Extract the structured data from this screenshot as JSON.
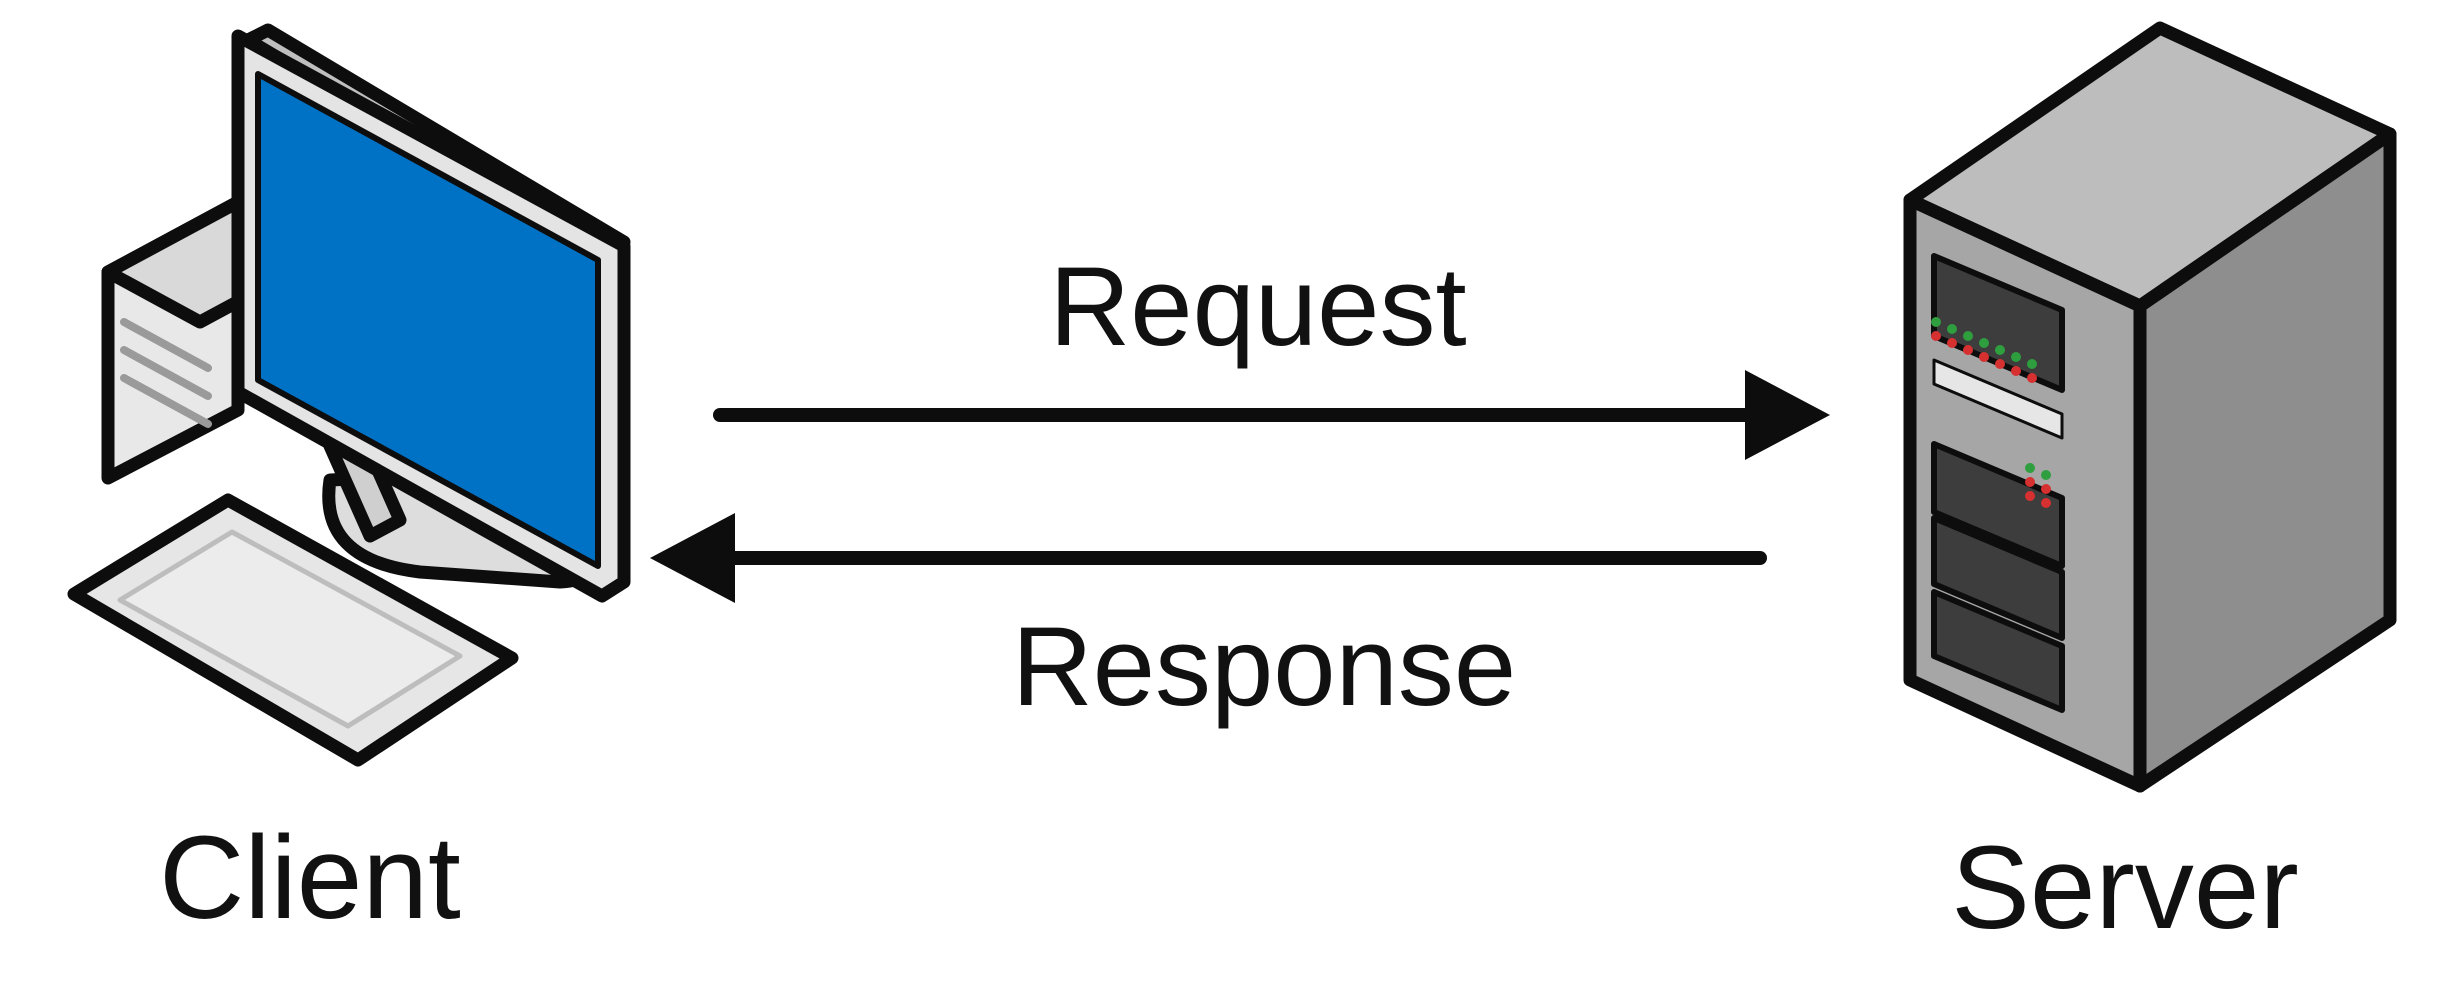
{
  "diagram": {
    "nodes": {
      "client": {
        "label": "Client",
        "icon": "desktop-computer-icon"
      },
      "server": {
        "label": "Server",
        "icon": "server-tower-icon"
      }
    },
    "edges": {
      "request": {
        "label": "Request",
        "from": "client",
        "to": "server"
      },
      "response": {
        "label": "Response",
        "from": "server",
        "to": "client"
      }
    }
  },
  "colors": {
    "outline": "#0d0d0d",
    "screen": "#0072c6",
    "case_light": "#e8e8e8",
    "case_mid": "#cfcfcf",
    "case_dark": "#a9a9a9",
    "server_front": "#a6a6a6",
    "server_side": "#8e8e8e",
    "server_top": "#bdbdbd",
    "bay": "#3d3d3d",
    "led_green": "#2e9e3e",
    "led_red": "#d63030"
  }
}
